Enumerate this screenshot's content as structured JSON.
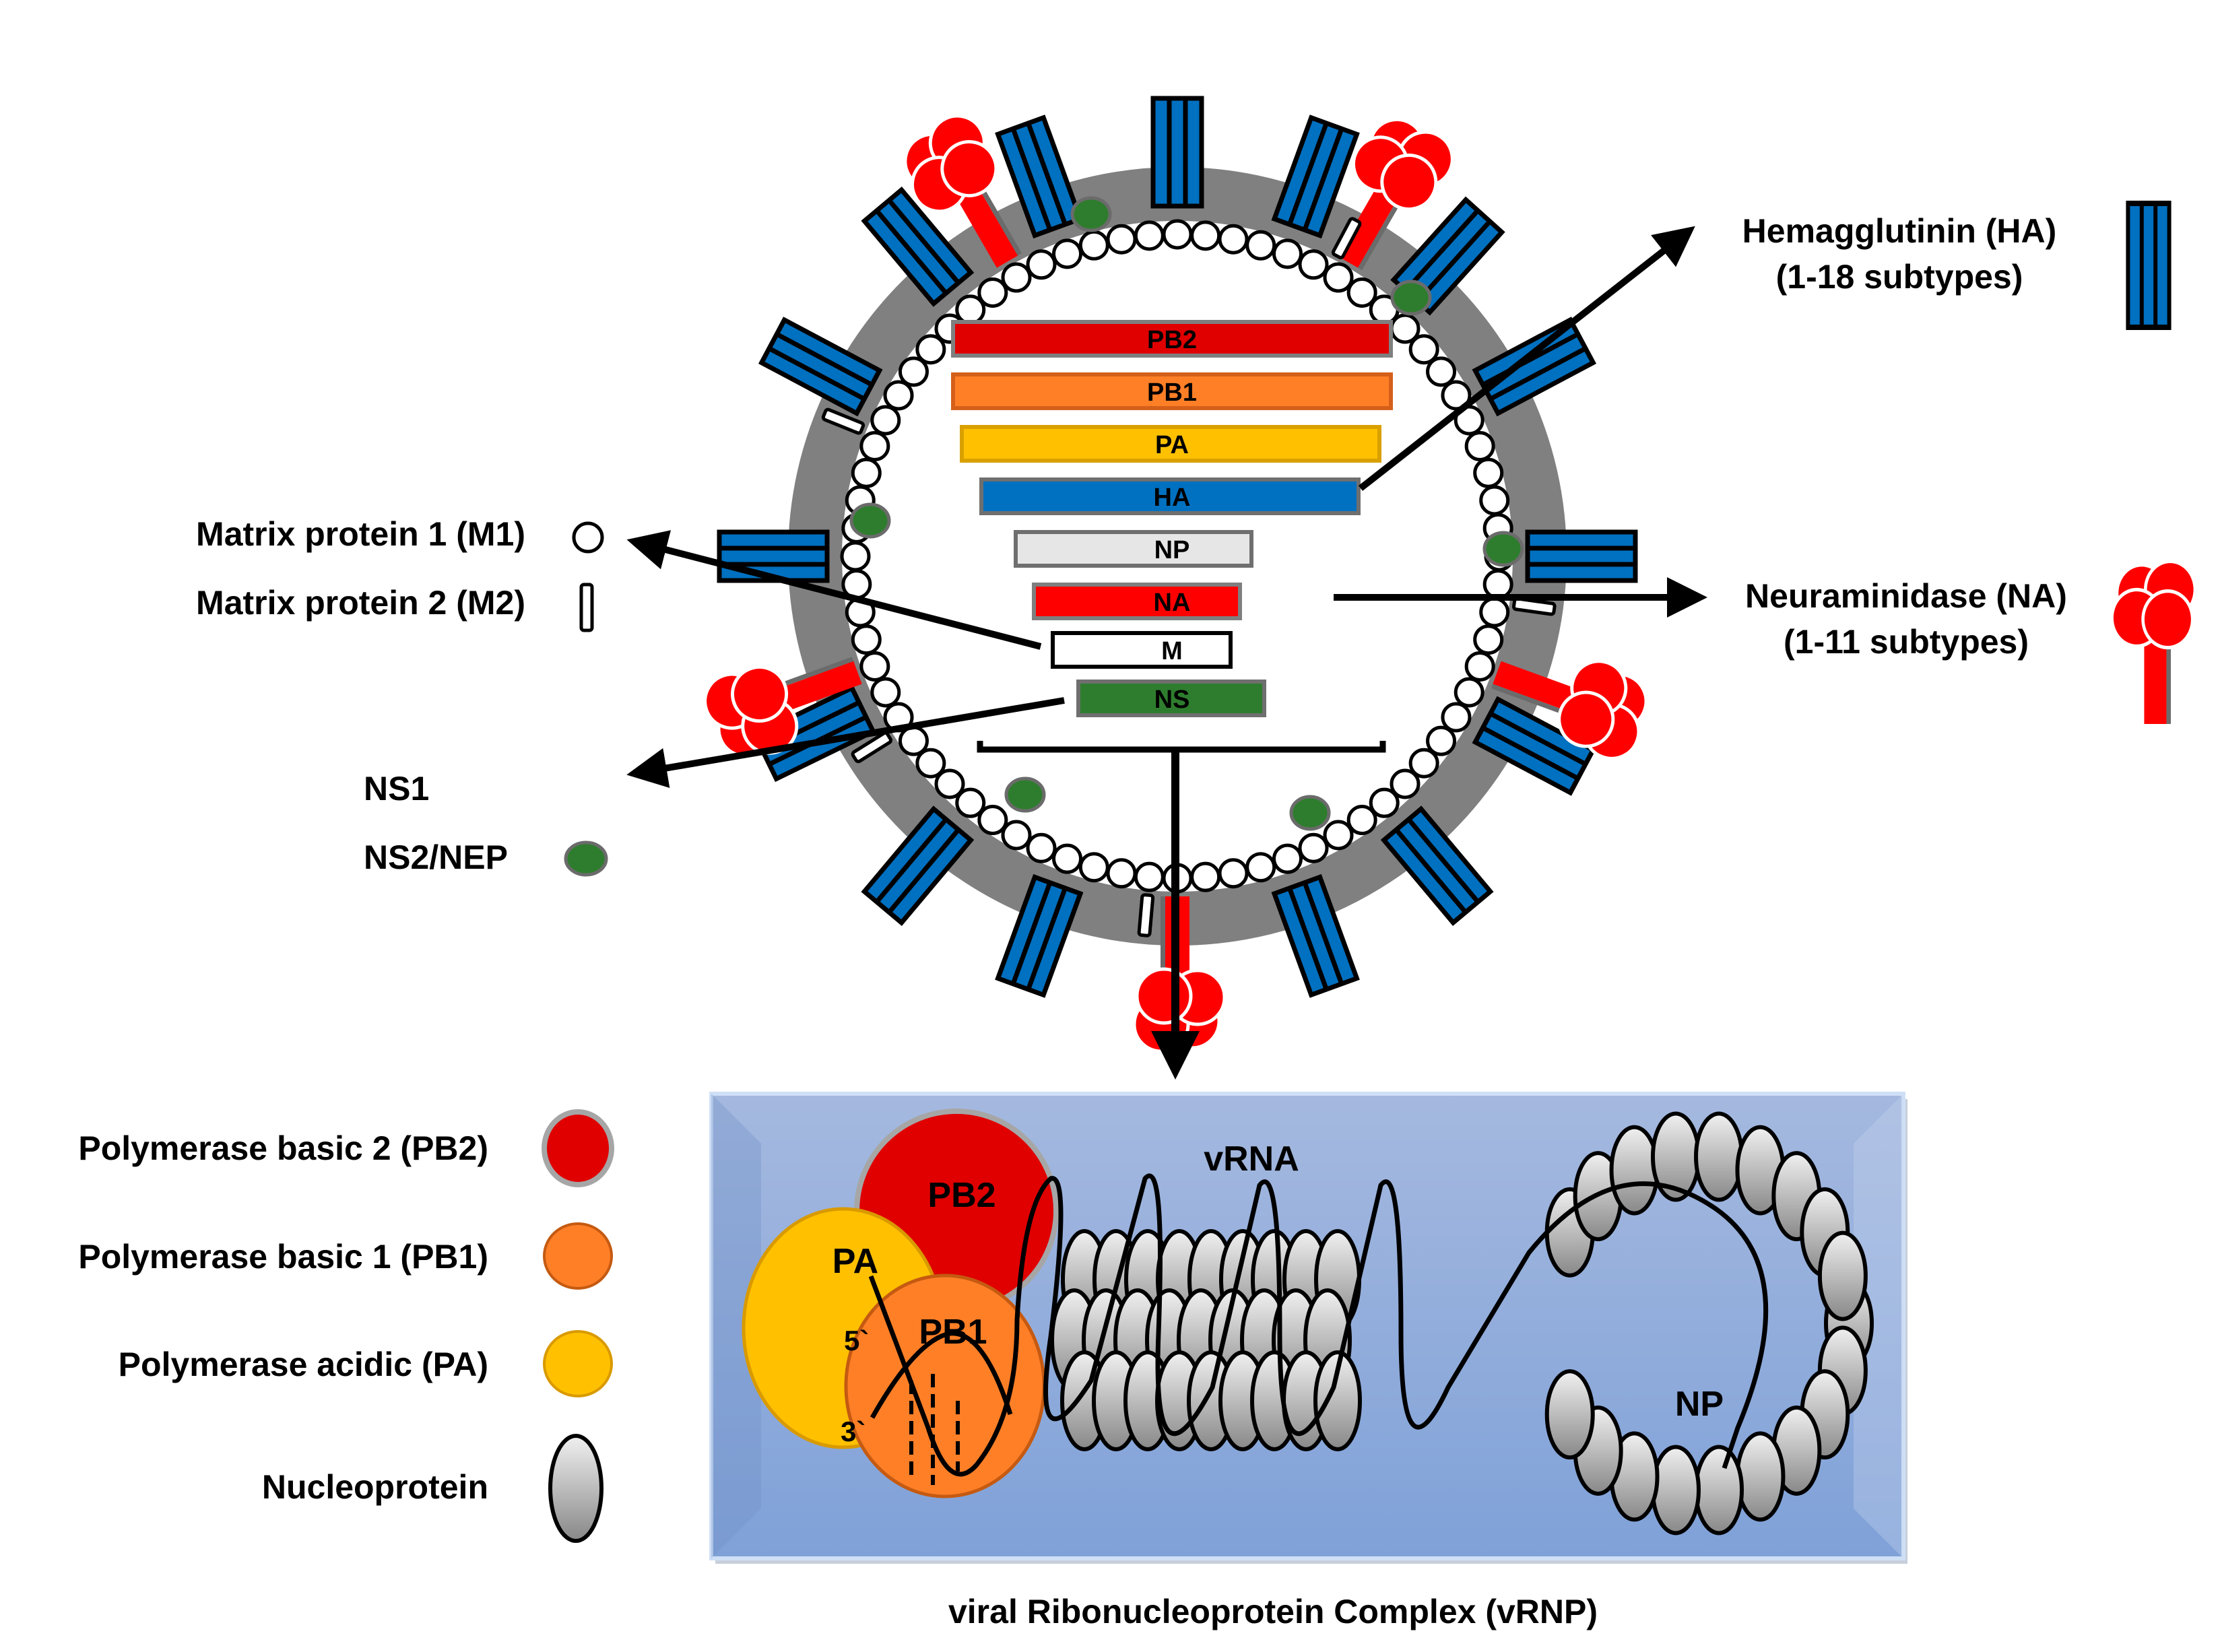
{
  "colors": {
    "membrane": "#808080",
    "ha": "#0070C0",
    "na": "#FF0000",
    "m1_fill": "#FFFFFF",
    "ns2": "#2E7D2E",
    "pb2": "#E00000",
    "pb1": "#FF7F27",
    "pa": "#FFC000",
    "np_light": "#EDEDED",
    "np_dark": "#8C8C8C",
    "vrnp_box_top": "#A3B8DF",
    "vrnp_box_bottom": "#7EA0D8"
  },
  "segments": [
    {
      "id": "pb2",
      "label": "PB2",
      "color": "#E00000",
      "border": "#7F7F7F"
    },
    {
      "id": "pb1",
      "label": "PB1",
      "color": "#FF7F27",
      "border": "#D4601A"
    },
    {
      "id": "pa",
      "label": "PA",
      "color": "#FFC000",
      "border": "#D9A000"
    },
    {
      "id": "ha",
      "label": "HA",
      "color": "#0070C0",
      "border": "#6F6F6F"
    },
    {
      "id": "np",
      "label": "NP",
      "color": "#E6E6E6",
      "border": "#6F6F6F"
    },
    {
      "id": "na",
      "label": "NA",
      "color": "#FF0000",
      "border": "#7F7F7F"
    },
    {
      "id": "m",
      "label": "M",
      "color": "#FFFFFF",
      "border": "#000000"
    },
    {
      "id": "ns",
      "label": "NS",
      "color": "#2E7D2E",
      "border": "#6F6F6F"
    }
  ],
  "labels": {
    "ha": {
      "line1": "Hemagglutinin (HA)",
      "line2": "(1-18 subtypes)"
    },
    "na": {
      "line1": "Neuraminidase (NA)",
      "line2": "(1-11 subtypes)"
    },
    "m1": "Matrix protein 1 (M1)",
    "m2": "Matrix protein 2 (M2)",
    "ns1": "NS1",
    "ns2": "NS2/NEP"
  },
  "legend": [
    {
      "id": "pb2",
      "label": "Polymerase basic 2 (PB2)"
    },
    {
      "id": "pb1",
      "label": "Polymerase basic 1 (PB1)"
    },
    {
      "id": "pa",
      "label": "Polymerase acidic (PA)"
    },
    {
      "id": "np",
      "label": "Nucleoprotein"
    }
  ],
  "vrnp": {
    "pb2_label": "PB2",
    "pa_label": "PA",
    "pb1_label": "PB1",
    "five_prime": "5`",
    "three_prime": "3`",
    "vrna_label": "vRNA",
    "np_label": "NP",
    "caption": "viral Ribonucleoprotein Complex (vRNP)"
  }
}
